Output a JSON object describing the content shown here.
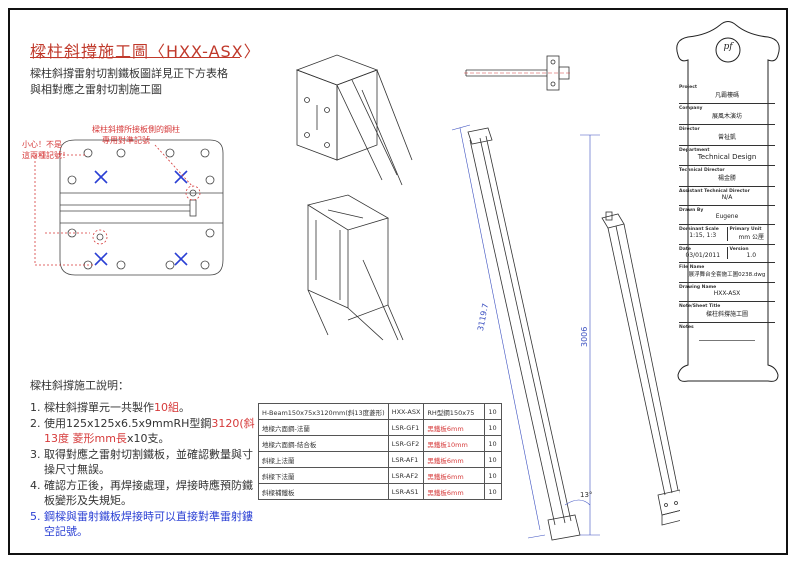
{
  "title": "樑柱斜撐施工圖〈HXX-ASX〉",
  "intro_lines": [
    "樑柱斜撐雷射切割鐵板圖詳見正下方表格",
    "與相對應之雷射切割施工圖"
  ],
  "plate_callouts": {
    "left_warning_line1": "小心！不是",
    "left_warning_line2": "這兩種記號！",
    "top_label_line1": "樑柱斜撐所接板側的鋼柱",
    "top_label_line2": "專用對準記號"
  },
  "notes_heading": "樑柱斜撐施工說明：",
  "notes": [
    {
      "num": "1.",
      "text_before": "樑柱斜撐單元一共製作",
      "highlight": "10組",
      "text_after": "。",
      "style": "normal"
    },
    {
      "num": "2.",
      "text_before": "使用125x125x6.5x9mmRH型鋼",
      "highlight": "3120(斜13度 菱形mm長",
      "text_after": "x10支。",
      "style": "normal"
    },
    {
      "num": "3.",
      "text_before": "取得對應之雷射切割鐵板，並確認數量與寸操尺寸無誤。",
      "highlight": "",
      "text_after": "",
      "style": "normal"
    },
    {
      "num": "4.",
      "text_before": "確認方正後，再焊接處理，焊接時應預防鐵板變形及失規矩。",
      "highlight": "",
      "text_after": "",
      "style": "normal"
    },
    {
      "num": "5.",
      "text_before": "鋼樑與雷射鐵板焊接時可以直接對準雷射鏤空記號。",
      "highlight": "",
      "text_after": "",
      "style": "blue"
    }
  ],
  "spec_table": {
    "rows": [
      [
        "H-Beam150x75x3120mm(斜13度菱形)",
        "HXX-ASX",
        "RH型鋼150x75",
        "10"
      ],
      [
        "地樑六面鋼-法蘭",
        "LSR-GF1",
        "黑鐵板6mm",
        "10"
      ],
      [
        "地樑六面鋼-結合板",
        "LSR-GF2",
        "黑鐵板10mm",
        "10"
      ],
      [
        "斜樑上法蘭",
        "LSR-AF1",
        "黑鐵板6mm",
        "10"
      ],
      [
        "斜樑下法蘭",
        "LSR-AF2",
        "黑鐵板6mm",
        "10"
      ],
      [
        "斜樑補鐵板",
        "LSR-AS1",
        "黑鐵板6mm",
        "10"
      ]
    ]
  },
  "dimensions": {
    "diag_length": "3119.7",
    "vert_length": "3006",
    "angle": "13°"
  },
  "title_block": {
    "logo": "pf",
    "fields": [
      {
        "label": "Project",
        "value": "凡霸樓碼"
      },
      {
        "label": "Company",
        "value": "展風木演坊"
      },
      {
        "label": "Director",
        "value": "曾祉凱"
      },
      {
        "label": "Department",
        "value": "Technical Design"
      },
      {
        "label": "Technical Director",
        "value": "楊金勝"
      },
      {
        "label": "Assistant Technical Director",
        "value": "N/A"
      },
      {
        "label": "Drawn By",
        "value": "Eugene"
      }
    ],
    "scale_label": "Dominant Scale",
    "scale_value": "1:15, 1:3",
    "unit_label": "Primary Unit",
    "unit_value": "mm 公厘",
    "date_label": "Date",
    "date_value": "03/01/2011",
    "version_label": "Version",
    "version_value": "1.0",
    "file_label": "File Name",
    "file_value": "展浮舞台全套施工圖0238.dwg",
    "drawing_label": "Drawing Name",
    "drawing_value": "HXX-ASX",
    "sheet_label": "Note/Sheet Title",
    "sheet_value": "樑柱斜撐施工圖",
    "notes_label": "Notes"
  }
}
